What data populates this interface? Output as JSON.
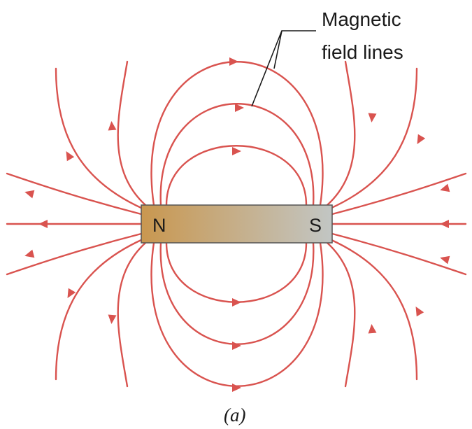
{
  "labels": {
    "north_pole": "N",
    "south_pole": "S",
    "callout_line1": "Magnetic",
    "callout_line2": "field lines",
    "caption": "(a)"
  },
  "colors": {
    "field_line": "#d9534f",
    "magnet_north_end": "#c9974f",
    "magnet_south_end": "#c2c6c4",
    "magnet_border": "#555555",
    "text": "#1a1a1a"
  }
}
